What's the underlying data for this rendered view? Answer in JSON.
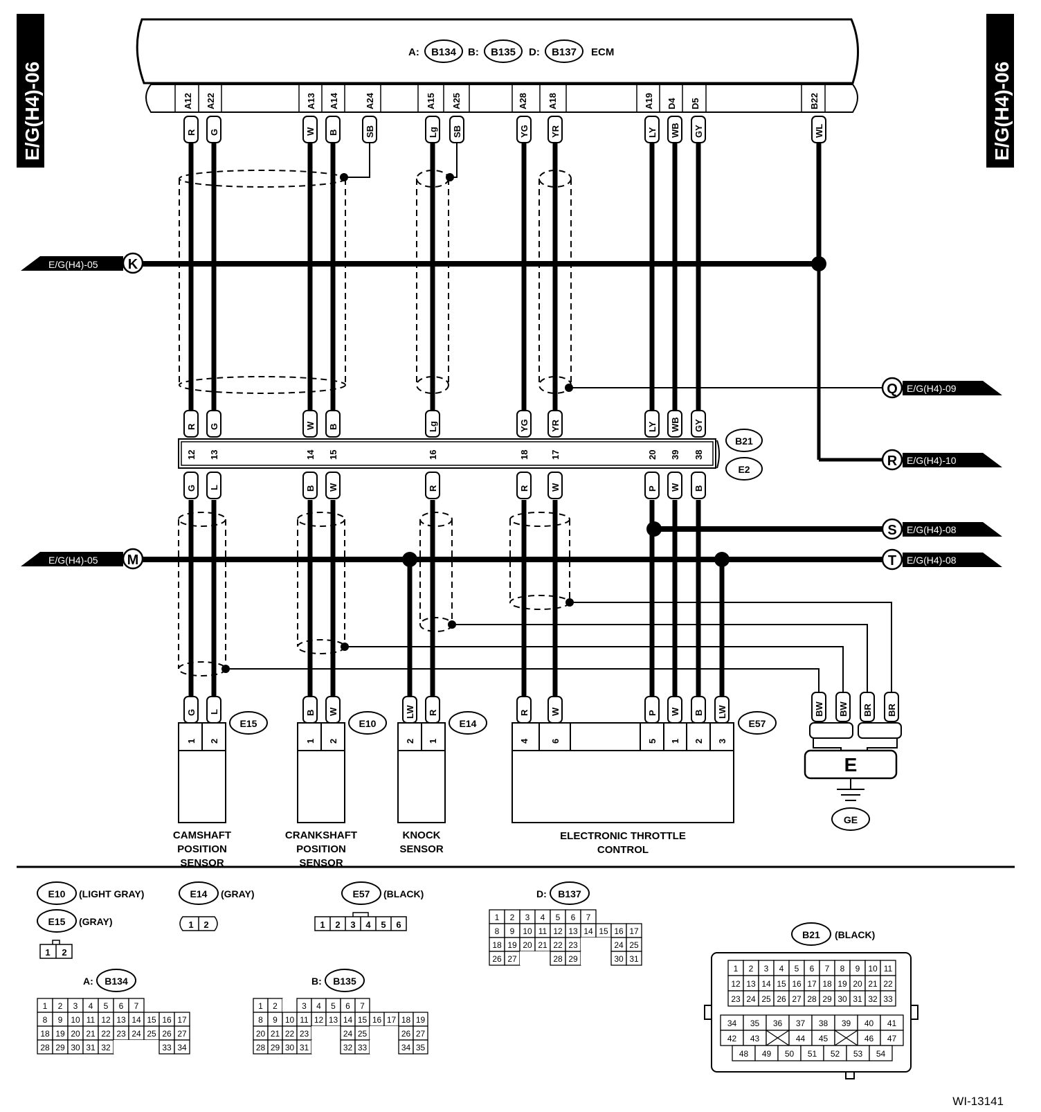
{
  "page_tag": "E/G(H4)-06",
  "ecm": {
    "label": "ECM",
    "conn_a": {
      "prefix": "A:",
      "id": "B134"
    },
    "conn_b": {
      "prefix": "B:",
      "id": "B135"
    },
    "conn_d": {
      "prefix": "D:",
      "id": "B137"
    }
  },
  "wires": [
    {
      "pin": "A12",
      "top": "R",
      "mid_top": "12",
      "bot": "G",
      "sensor_pin": "1"
    },
    {
      "pin": "A22",
      "top": "G",
      "mid_top": "13",
      "bot": "L",
      "sensor_pin": "2"
    },
    {
      "pin": "A13",
      "top": "W",
      "mid_top": "14",
      "bot": "B",
      "sensor_pin": "1"
    },
    {
      "pin": "A14",
      "top": "B",
      "mid_top": "15",
      "bot": "W",
      "sensor_pin": "2"
    },
    {
      "pin": "A24",
      "top": "SB"
    },
    {
      "pin": "A15",
      "top": "Lg",
      "mid_top": "16",
      "bot": "R",
      "sensor_pin": "1"
    },
    {
      "pin": "A25",
      "top": "SB"
    },
    {
      "pin": "A28",
      "top": "YG",
      "mid_top": "18",
      "bot": "R",
      "sensor_pin": "4"
    },
    {
      "pin": "A18",
      "top": "YR",
      "mid_top": "17",
      "bot": "W",
      "sensor_pin": "6"
    },
    {
      "pin": "A19",
      "top": "LY",
      "mid_top": "20",
      "bot": "P",
      "sensor_pin": "5"
    },
    {
      "pin": "D4",
      "top": "WB",
      "mid_top": "39",
      "bot": "W",
      "sensor_pin": "1"
    },
    {
      "pin": "D5",
      "top": "GY",
      "mid_top": "38",
      "bot": "B",
      "sensor_pin": "2"
    },
    {
      "pin": "B22",
      "top": "WL"
    }
  ],
  "knock_extra": {
    "color": "LW",
    "pin": "2"
  },
  "etc_extra": {
    "color": "LW",
    "pin": "3"
  },
  "junction": {
    "upper": "B21",
    "lower": "E2"
  },
  "refs": {
    "k": {
      "letter": "K",
      "page": "E/G(H4)-05"
    },
    "m": {
      "letter": "M",
      "page": "E/G(H4)-05"
    },
    "q": {
      "letter": "Q",
      "page": "E/G(H4)-09"
    },
    "r": {
      "letter": "R",
      "page": "E/G(H4)-10"
    },
    "s": {
      "letter": "S",
      "page": "E/G(H4)-08"
    },
    "t": {
      "letter": "T",
      "page": "E/G(H4)-08"
    }
  },
  "sensors": {
    "cam": {
      "conn": "E15",
      "name1": "CAMSHAFT",
      "name2": "POSITION",
      "name3": "SENSOR"
    },
    "crank": {
      "conn": "E10",
      "name1": "CRANKSHAFT",
      "name2": "POSITION",
      "name3": "SENSOR"
    },
    "knock": {
      "conn": "E14",
      "name1": "KNOCK",
      "name2": "SENSOR"
    },
    "etc": {
      "conn": "E57",
      "name1": "ELECTRONIC THROTTLE",
      "name2": "CONTROL"
    }
  },
  "ground": {
    "terminal": "E",
    "id": "GE",
    "wires": [
      "BW",
      "BW",
      "BR",
      "BR"
    ]
  },
  "legend": {
    "e10": {
      "id": "E10",
      "desc": "(LIGHT GRAY)"
    },
    "e15": {
      "id": "E15",
      "desc": "(GRAY)"
    },
    "e14": {
      "id": "E14",
      "desc": "(GRAY)"
    },
    "e57": {
      "id": "E57",
      "desc": "(BLACK)"
    },
    "b137": {
      "prefix": "D:",
      "id": "B137"
    },
    "b134": {
      "prefix": "A:",
      "id": "B134"
    },
    "b135": {
      "prefix": "B:",
      "id": "B135"
    },
    "b21": {
      "id": "B21",
      "desc": "(BLACK)"
    }
  },
  "grid_b137": [
    [
      "1",
      "2",
      "3",
      "4",
      "5",
      "6",
      "7"
    ],
    [
      "8",
      "9",
      "10",
      "11",
      "12",
      "13",
      "14",
      "15",
      "16",
      "17"
    ],
    [
      "18",
      "19",
      "20",
      "21",
      "22",
      "23",
      "",
      "",
      "24",
      "25"
    ],
    [
      "26",
      "27",
      "",
      "",
      "28",
      "29",
      "",
      "",
      "30",
      "31"
    ]
  ],
  "grid_b134": [
    [
      "1",
      "2",
      "3",
      "4",
      "5",
      "6",
      "7"
    ],
    [
      "8",
      "9",
      "10",
      "11",
      "12",
      "13",
      "14",
      "15",
      "16",
      "17"
    ],
    [
      "18",
      "19",
      "20",
      "21",
      "22",
      "23",
      "24",
      "25",
      "26",
      "27"
    ],
    [
      "28",
      "29",
      "30",
      "31",
      "32",
      "",
      "",
      "",
      "33",
      "34"
    ]
  ],
  "grid_b135": [
    [
      "1",
      "2",
      "",
      "3",
      "4",
      "5",
      "6",
      "7"
    ],
    [
      "8",
      "9",
      "10",
      "11",
      "12",
      "13",
      "14",
      "15",
      "16",
      "17",
      "18",
      "19"
    ],
    [
      "20",
      "21",
      "22",
      "23",
      "",
      "",
      "24",
      "25",
      "",
      "",
      "26",
      "27"
    ],
    [
      "28",
      "29",
      "30",
      "31",
      "",
      "",
      "32",
      "33",
      "",
      "",
      "34",
      "35"
    ]
  ],
  "grid_b21": [
    [
      "1",
      "2",
      "3",
      "4",
      "5",
      "6",
      "7",
      "8",
      "9",
      "10",
      "11"
    ],
    [
      "12",
      "13",
      "14",
      "15",
      "16",
      "17",
      "18",
      "19",
      "20",
      "21",
      "22"
    ],
    [
      "23",
      "24",
      "25",
      "26",
      "27",
      "28",
      "29",
      "30",
      "31",
      "32",
      "33"
    ],
    [
      "34",
      "35",
      "36",
      "37",
      "38",
      "39",
      "40",
      "41"
    ],
    [
      "42",
      "43",
      "",
      "44",
      "45",
      "",
      "46",
      "47"
    ],
    [
      "48",
      "49",
      "50",
      "51",
      "52",
      "53",
      "54"
    ]
  ],
  "e57_pins": [
    "1",
    "2",
    "3",
    "4",
    "5",
    "6"
  ],
  "e14_pins": [
    "1",
    "2"
  ],
  "e15_pins": [
    "1",
    "2"
  ],
  "figure_id": "WI-13141"
}
